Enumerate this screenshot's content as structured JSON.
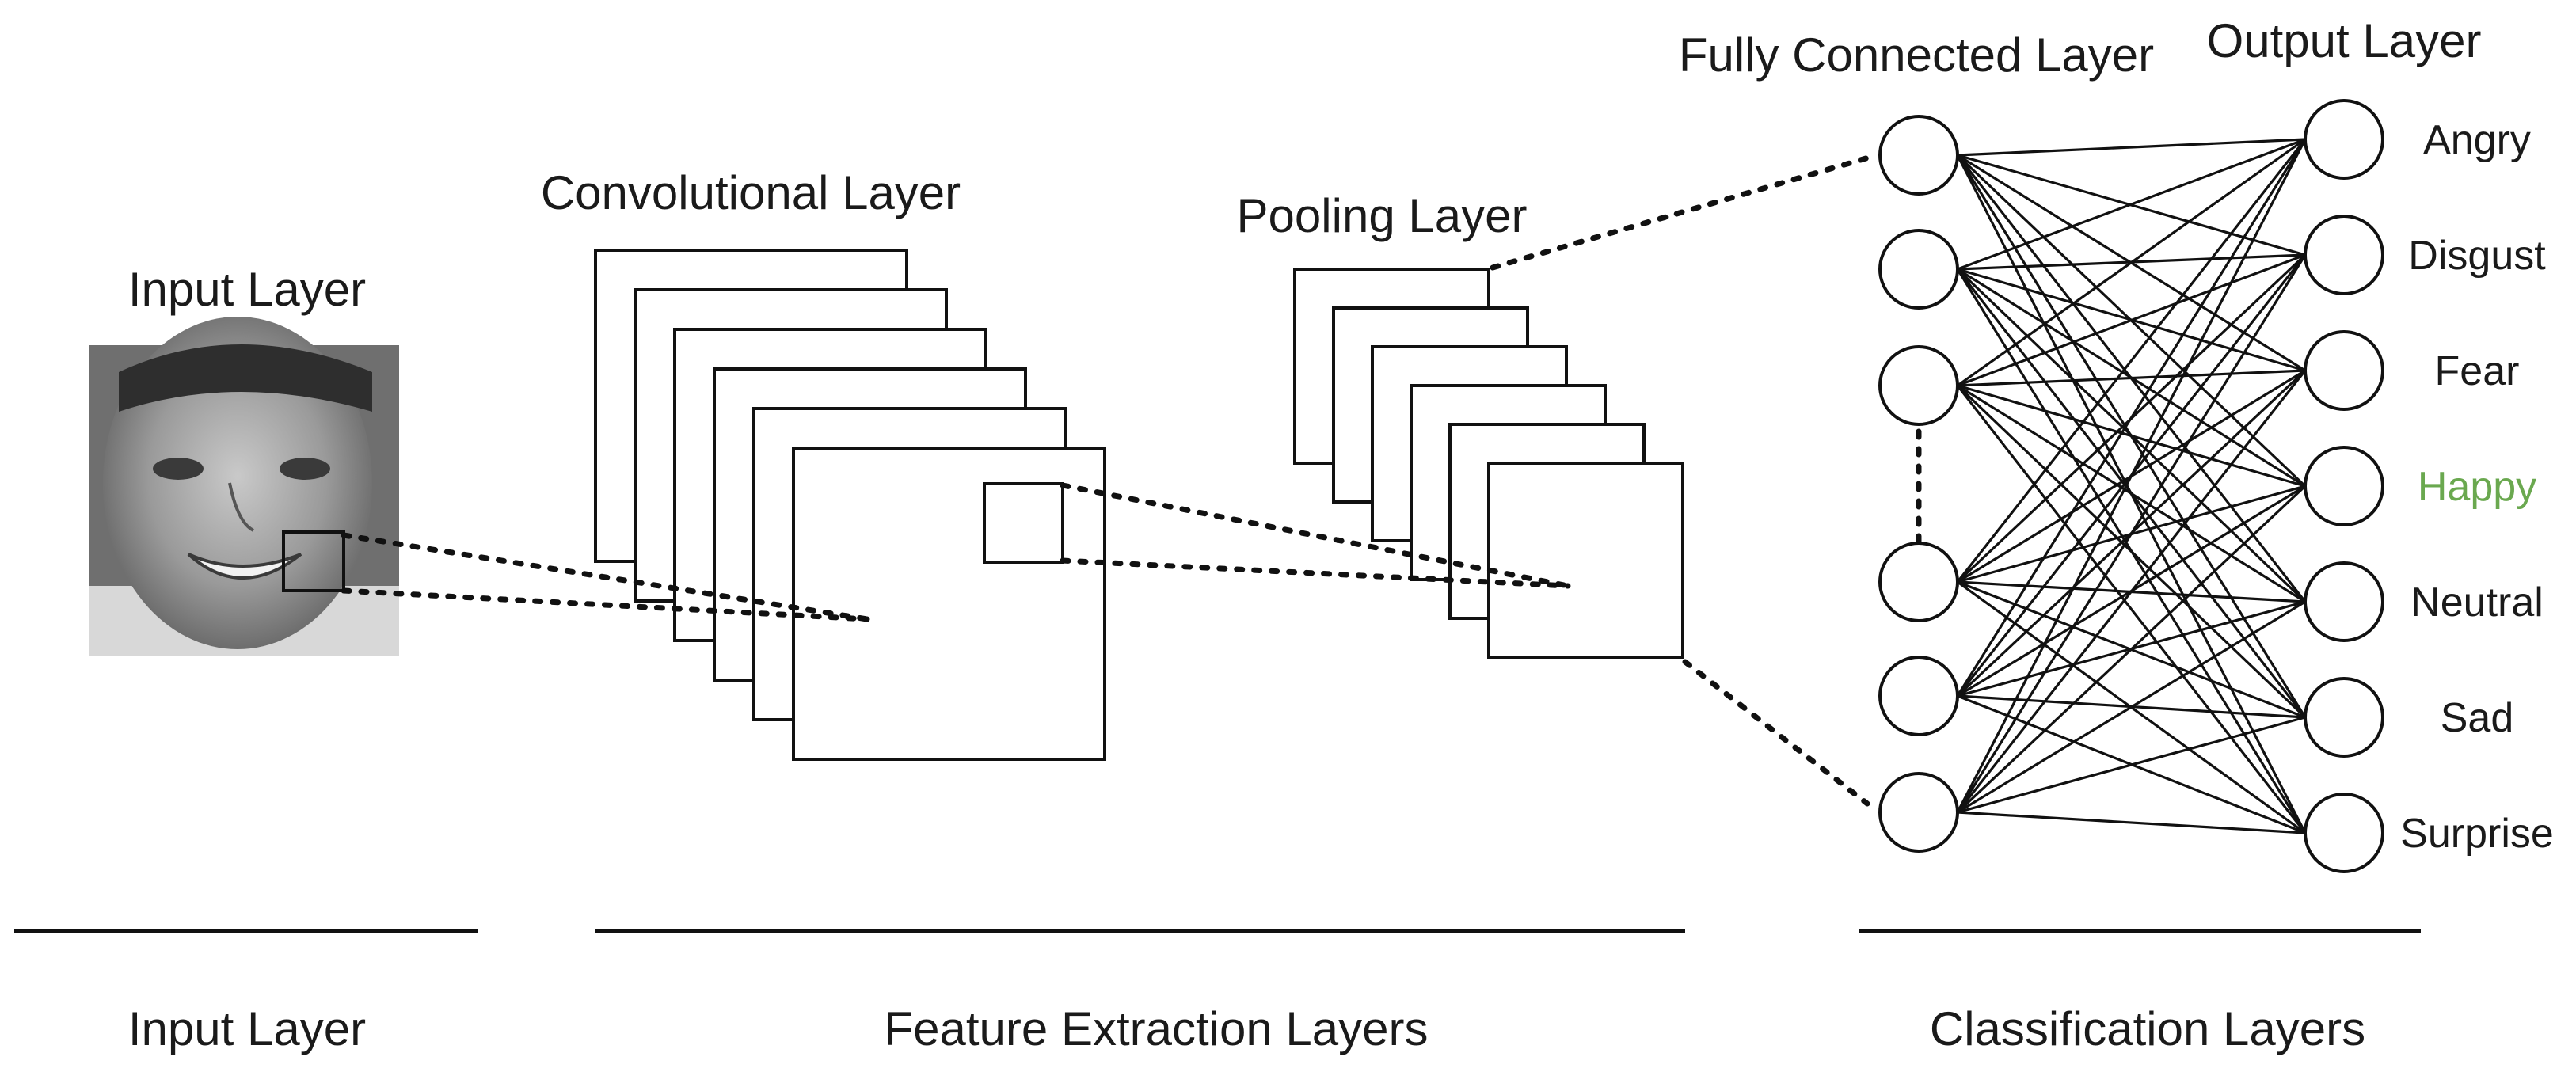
{
  "labels": {
    "input_layer": "Input Layer",
    "convolutional_layer": "Convolutional Layer",
    "pooling_layer": "Pooling Layer",
    "fully_connected_layer": "Fully Connected Layer",
    "output_layer": "Output Layer"
  },
  "classes": [
    "Angry",
    "Disgust",
    "Fear",
    "Happy",
    "Neutral",
    "Sad",
    "Surprise"
  ],
  "highlighted_class": "Happy",
  "highlight_color": "#6aa84f",
  "sections": {
    "input": "Input Layer",
    "feature_extraction": "Feature Extraction Layers",
    "classification": "Classification Layers"
  },
  "input_image": "grayscale-face-photo"
}
